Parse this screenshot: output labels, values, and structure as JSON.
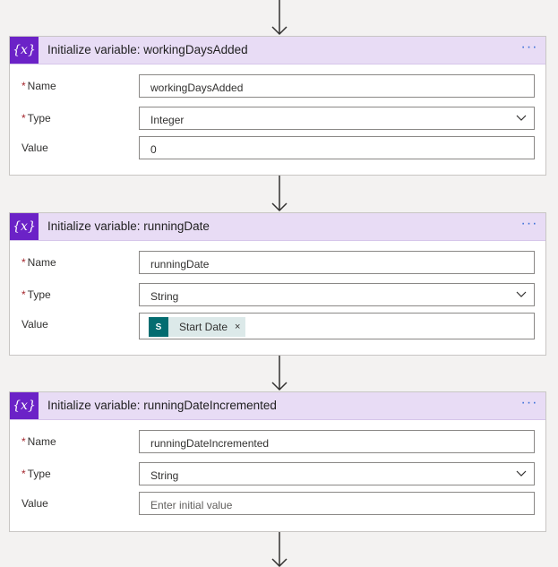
{
  "colors": {
    "header_bg": "#e8dcf5",
    "icon_bg": "#6b22c7",
    "menu": "#3a6fd8",
    "required": "#a4262c",
    "token_bg": "#dce9e9",
    "token_icon_bg": "#036c70"
  },
  "cards": [
    {
      "icon": "variable-icon",
      "icon_text": "{x}",
      "title": "Initialize variable: workingDaysAdded",
      "menu": "···",
      "fields": {
        "name_label": "Name",
        "name_value": "workingDaysAdded",
        "type_label": "Type",
        "type_value": "Integer",
        "value_label": "Value",
        "value_value": "0"
      }
    },
    {
      "icon": "variable-icon",
      "icon_text": "{x}",
      "title": "Initialize variable: runningDate",
      "menu": "···",
      "fields": {
        "name_label": "Name",
        "name_value": "runningDate",
        "type_label": "Type",
        "type_value": "String",
        "value_label": "Value",
        "token_label": "Start Date",
        "token_icon": "sharepoint-icon",
        "token_icon_text": "S",
        "token_remove": "×"
      }
    },
    {
      "icon": "variable-icon",
      "icon_text": "{x}",
      "title": "Initialize variable: runningDateIncremented",
      "menu": "···",
      "fields": {
        "name_label": "Name",
        "name_value": "runningDateIncremented",
        "type_label": "Type",
        "type_value": "String",
        "value_label": "Value",
        "value_placeholder": "Enter initial value"
      }
    }
  ],
  "required_mark": "*"
}
